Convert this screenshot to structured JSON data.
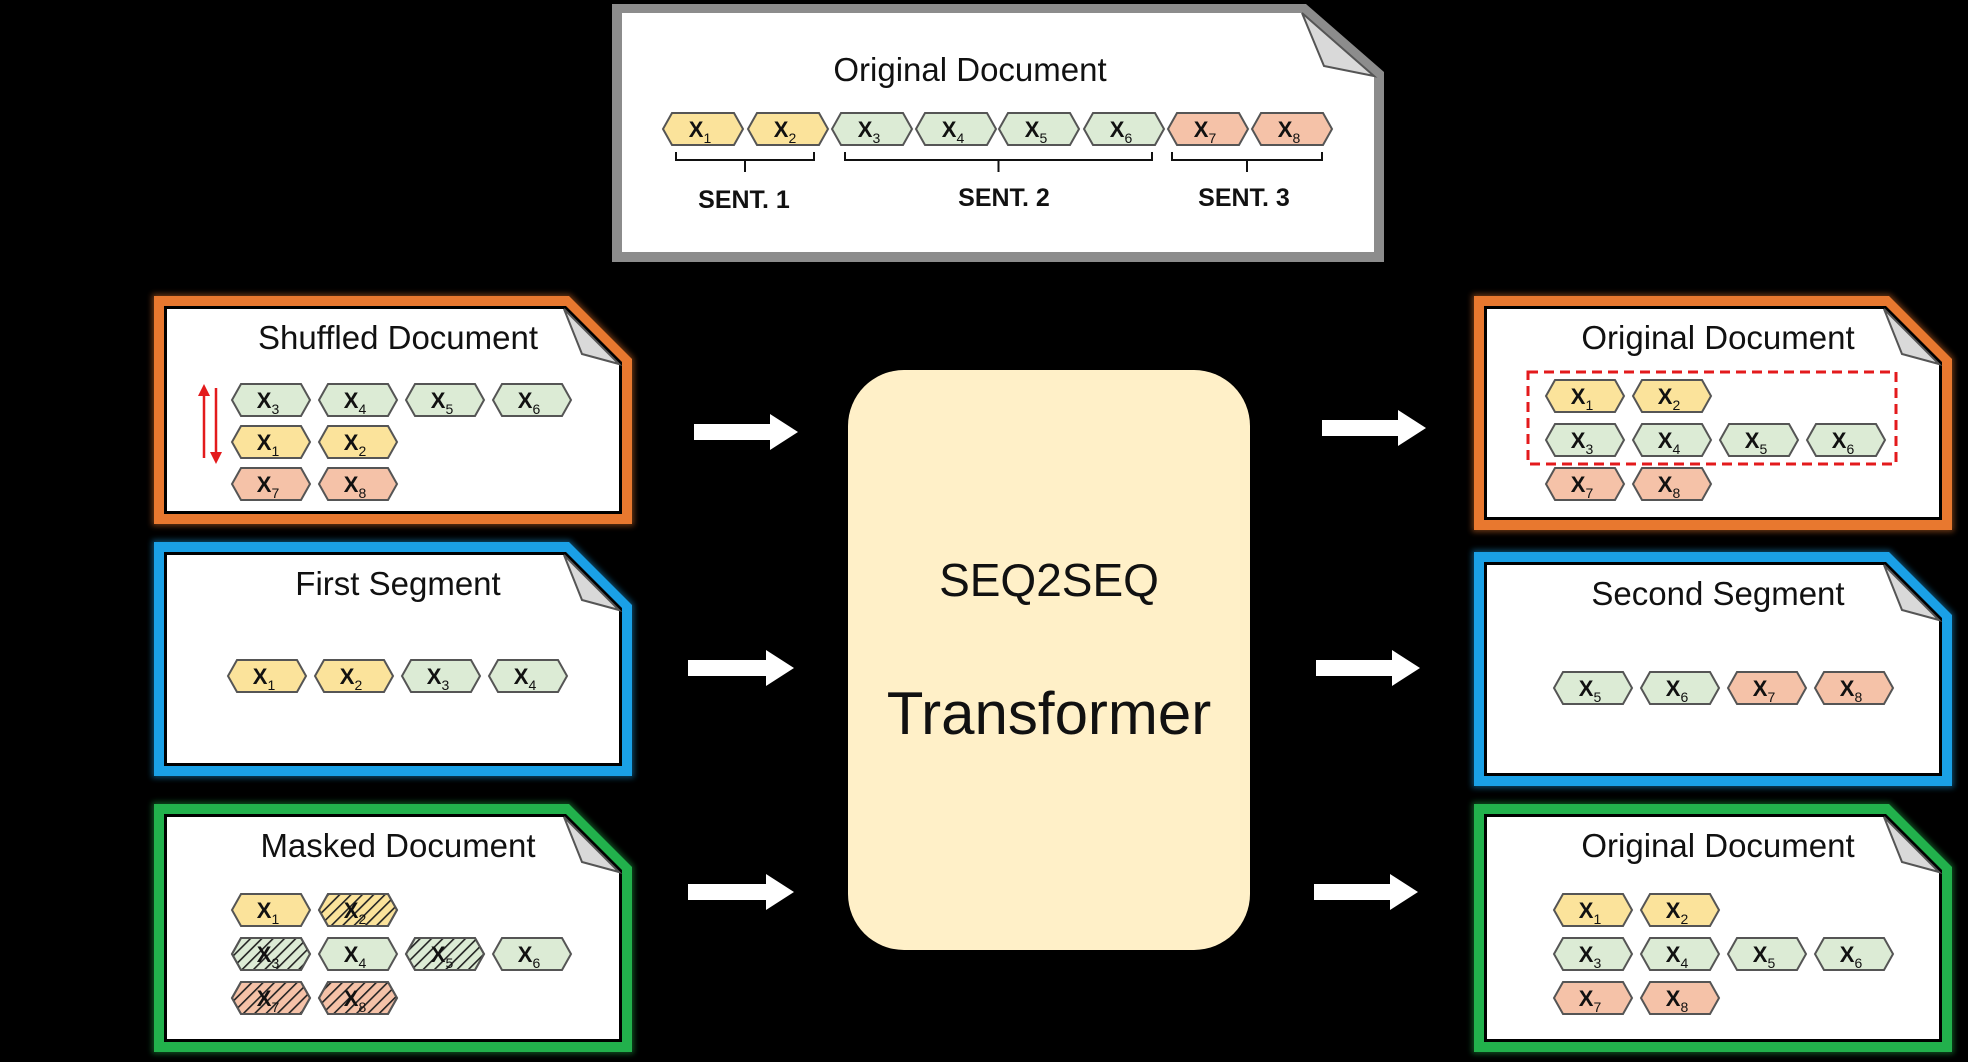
{
  "colors": {
    "background": "#000000",
    "yellow_token": "#fbe39b",
    "green_token": "#dcebd5",
    "orange_token": "#f5c2a8",
    "token_stroke": "#555555",
    "shuffle_frame": "#e8782f",
    "segment_frame": "#1aa0e6",
    "mask_frame": "#22b14c",
    "source_frame": "#808080",
    "core_fill": "#fff0c8",
    "dashed_box": "#e31a1c",
    "shuffle_arrow": "#e31a1c"
  },
  "top_document": {
    "title": "Original Document",
    "tokens": [
      {
        "label": "X",
        "sub": "1",
        "color": "yellow"
      },
      {
        "label": "X",
        "sub": "2",
        "color": "yellow"
      },
      {
        "label": "X",
        "sub": "3",
        "color": "green"
      },
      {
        "label": "X",
        "sub": "4",
        "color": "green"
      },
      {
        "label": "X",
        "sub": "5",
        "color": "green"
      },
      {
        "label": "X",
        "sub": "6",
        "color": "green"
      },
      {
        "label": "X",
        "sub": "7",
        "color": "orange"
      },
      {
        "label": "X",
        "sub": "8",
        "color": "orange"
      }
    ],
    "sentences": [
      "SENT. 1",
      "SENT. 2",
      "SENT. 3"
    ]
  },
  "inputs": [
    {
      "title": "Shuffled Document",
      "frame": "orange",
      "rows": [
        [
          {
            "sub": "3",
            "color": "green"
          },
          {
            "sub": "4",
            "color": "green"
          },
          {
            "sub": "5",
            "color": "green"
          },
          {
            "sub": "6",
            "color": "green"
          }
        ],
        [
          {
            "sub": "1",
            "color": "yellow"
          },
          {
            "sub": "2",
            "color": "yellow"
          }
        ],
        [
          {
            "sub": "7",
            "color": "orange"
          },
          {
            "sub": "8",
            "color": "orange"
          }
        ]
      ]
    },
    {
      "title": "First Segment",
      "frame": "blue",
      "rows": [
        [
          {
            "sub": "1",
            "color": "yellow"
          },
          {
            "sub": "2",
            "color": "yellow"
          },
          {
            "sub": "3",
            "color": "green"
          },
          {
            "sub": "4",
            "color": "green"
          }
        ]
      ]
    },
    {
      "title": "Masked Document",
      "frame": "green",
      "rows": [
        [
          {
            "sub": "1",
            "color": "yellow"
          },
          {
            "sub": "2",
            "color": "yellow",
            "masked": true
          }
        ],
        [
          {
            "sub": "3",
            "color": "green",
            "masked": true
          },
          {
            "sub": "4",
            "color": "green"
          },
          {
            "sub": "5",
            "color": "green",
            "masked": true
          },
          {
            "sub": "6",
            "color": "green"
          }
        ],
        [
          {
            "sub": "7",
            "color": "orange",
            "masked": true
          },
          {
            "sub": "8",
            "color": "orange",
            "masked": true
          }
        ]
      ]
    }
  ],
  "core": {
    "line1": "SEQ2SEQ",
    "line2": "Transformer"
  },
  "outputs": [
    {
      "title": "Original Document",
      "frame": "orange",
      "rows": [
        [
          {
            "sub": "1",
            "color": "yellow"
          },
          {
            "sub": "2",
            "color": "yellow"
          }
        ],
        [
          {
            "sub": "3",
            "color": "green"
          },
          {
            "sub": "4",
            "color": "green"
          },
          {
            "sub": "5",
            "color": "green"
          },
          {
            "sub": "6",
            "color": "green"
          }
        ],
        [
          {
            "sub": "7",
            "color": "orange"
          },
          {
            "sub": "8",
            "color": "orange"
          }
        ]
      ]
    },
    {
      "title": "Second Segment",
      "frame": "blue",
      "rows": [
        [
          {
            "sub": "5",
            "color": "green"
          },
          {
            "sub": "6",
            "color": "green"
          },
          {
            "sub": "7",
            "color": "orange"
          },
          {
            "sub": "8",
            "color": "orange"
          }
        ]
      ]
    },
    {
      "title": "Original Document",
      "frame": "green",
      "rows": [
        [
          {
            "sub": "1",
            "color": "yellow"
          },
          {
            "sub": "2",
            "color": "yellow"
          }
        ],
        [
          {
            "sub": "3",
            "color": "green"
          },
          {
            "sub": "4",
            "color": "green"
          },
          {
            "sub": "5",
            "color": "green"
          },
          {
            "sub": "6",
            "color": "green"
          }
        ],
        [
          {
            "sub": "7",
            "color": "orange"
          },
          {
            "sub": "8",
            "color": "orange"
          }
        ]
      ]
    }
  ]
}
